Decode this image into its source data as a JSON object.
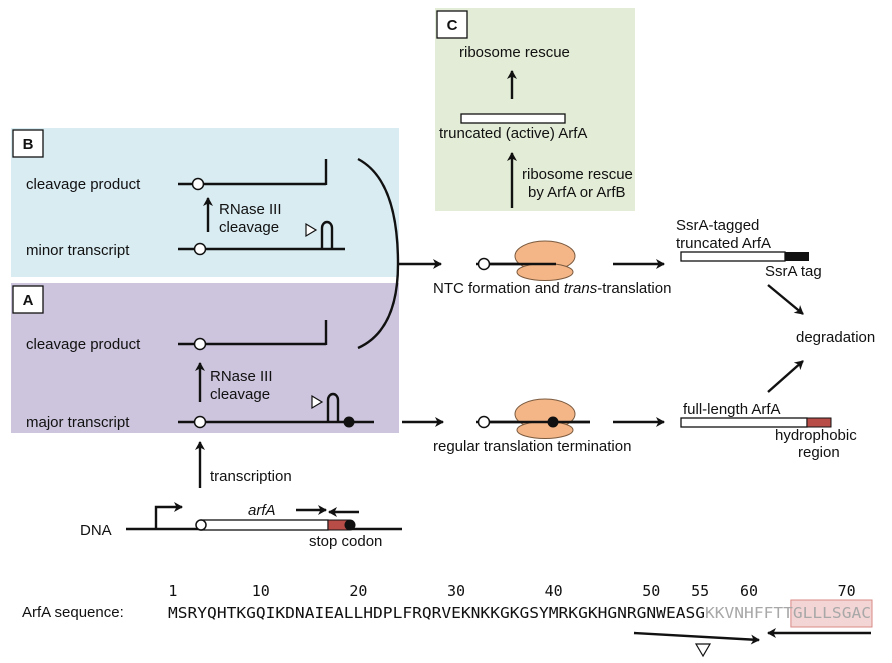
{
  "colors": {
    "panel_b_bg": "#d9ecf2",
    "panel_a_bg": "#cdc5dd",
    "panel_c_bg": "#e3ecd6",
    "ribosome": "#f4b687",
    "hydrophobic": "#b84d48",
    "sequence_grey": "#a8a8a8",
    "sequence_highlight_bg": "#f2d5d4"
  },
  "panels": {
    "a_label": "A",
    "b_label": "B",
    "c_label": "C"
  },
  "panel_b": {
    "cleavage_product": "cleavage product",
    "rnase_line1": "RNase III",
    "rnase_line2": "cleavage",
    "minor_transcript": "minor transcript"
  },
  "panel_a": {
    "cleavage_product": "cleavage product",
    "rnase_line1": "RNase III",
    "rnase_line2": "cleavage",
    "major_transcript": "major transcript"
  },
  "panel_c": {
    "ribosome_rescue": "ribosome rescue",
    "truncated_active": "truncated (active) ArfA",
    "rescue_by_line1": "ribosome rescue",
    "rescue_by_line2": "by ArfA or ArfB"
  },
  "middle": {
    "ntc_prefix": "NTC formation and ",
    "ntc_italic": "trans",
    "ntc_suffix": "-translation",
    "regular_termination": "regular translation termination"
  },
  "right": {
    "ssra_line1": "SsrA-tagged",
    "ssra_line2": "truncated ArfA",
    "ssra_tag": "SsrA tag",
    "degradation": "degradation",
    "full_length": "full-length ArfA",
    "hydrophobic_line1": "hydrophobic",
    "hydrophobic_line2": "region"
  },
  "gene": {
    "transcription": "transcription",
    "dna": "DNA",
    "arfA": "arfA",
    "stop_codon": "stop codon"
  },
  "sequence": {
    "label": "ArfA sequence:",
    "numbers_black": [
      "1",
      "10",
      "20",
      "30",
      "40",
      "50",
      "55"
    ],
    "numbers_grey": [
      "60",
      "70"
    ],
    "seq_black": "MSRYQHTKGQIKDNAIEALLHDPLFRQRVEKNKKGKGSYMRKGKHGNRGNWEASG",
    "seq_grey": "KKVNHFFTT",
    "seq_boxed": "GLLLSGAC"
  }
}
